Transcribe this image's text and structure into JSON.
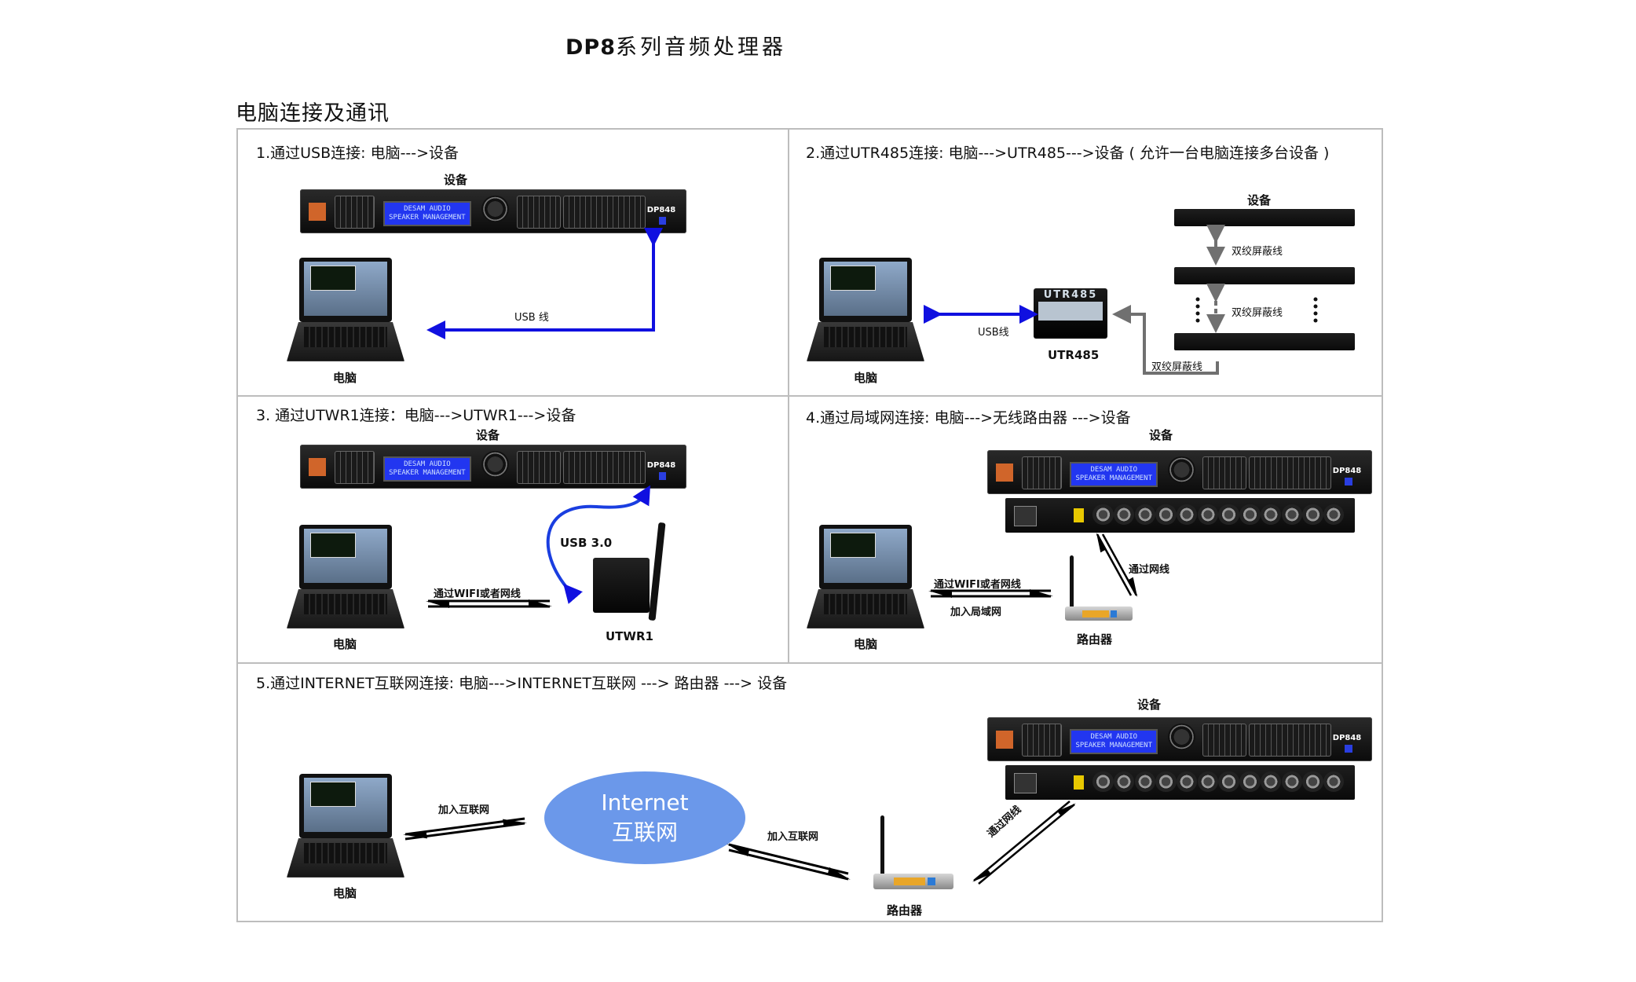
{
  "page": {
    "title_en": "DP8",
    "title_cn": "系列音频处理器",
    "subtitle": "电脑连接及通讯"
  },
  "panels": [
    {
      "title": "1.通过USB连接:  电脑--->设备",
      "labels": {
        "device": "设备",
        "computer": "电脑",
        "cable": "USB  线"
      }
    },
    {
      "title": "2.通过UTR485连接:  电脑--->UTR485--->设备 ( 允许一台电脑连接多台设备 )",
      "labels": {
        "device": "设备",
        "computer": "电脑",
        "usb": "USB线",
        "converter": "UTR485",
        "shielded_1": "双绞屏蔽线",
        "shielded_2": "双绞屏蔽线",
        "shielded_3": "双绞屏蔽线"
      }
    },
    {
      "title": "3. 通过UTWR1连接：电脑--->UTWR1--->设备",
      "labels": {
        "device": "设备",
        "computer": "电脑",
        "usb": "USB 3.0",
        "link": "通过WIFI或者网线",
        "adapter": "UTWR1"
      }
    },
    {
      "title": "4.通过局域网连接:  电脑--->无线路由器 --->设备",
      "labels": {
        "device": "设备",
        "computer": "电脑",
        "link_top": "通过WIFI或者网线",
        "link_bottom": "加入局域网",
        "ethernet": "通过网线",
        "router": "路由器"
      }
    },
    {
      "title": "5.通过INTERNET互联网连接:  电脑--->INTERNET互联网 ---> 路由器 ---> 设备",
      "labels": {
        "device": "设备",
        "computer": "电脑",
        "join_1": "加入互联网",
        "join_2": "加入互联网",
        "ethernet": "通过网线",
        "router": "路由器",
        "cloud_en": "Internet",
        "cloud_cn": "互联网"
      }
    }
  ],
  "device": {
    "lcd_line1": "DESAM AUDIO",
    "lcd_line2": "SPEAKER MANAGEMENT",
    "model": "DP848",
    "converter_face": "UTR485"
  },
  "colors": {
    "usb_line": "#1010e0",
    "shielded_line": "#707070",
    "cloud": "#6b98ea",
    "frame": "#bdbdbd"
  }
}
